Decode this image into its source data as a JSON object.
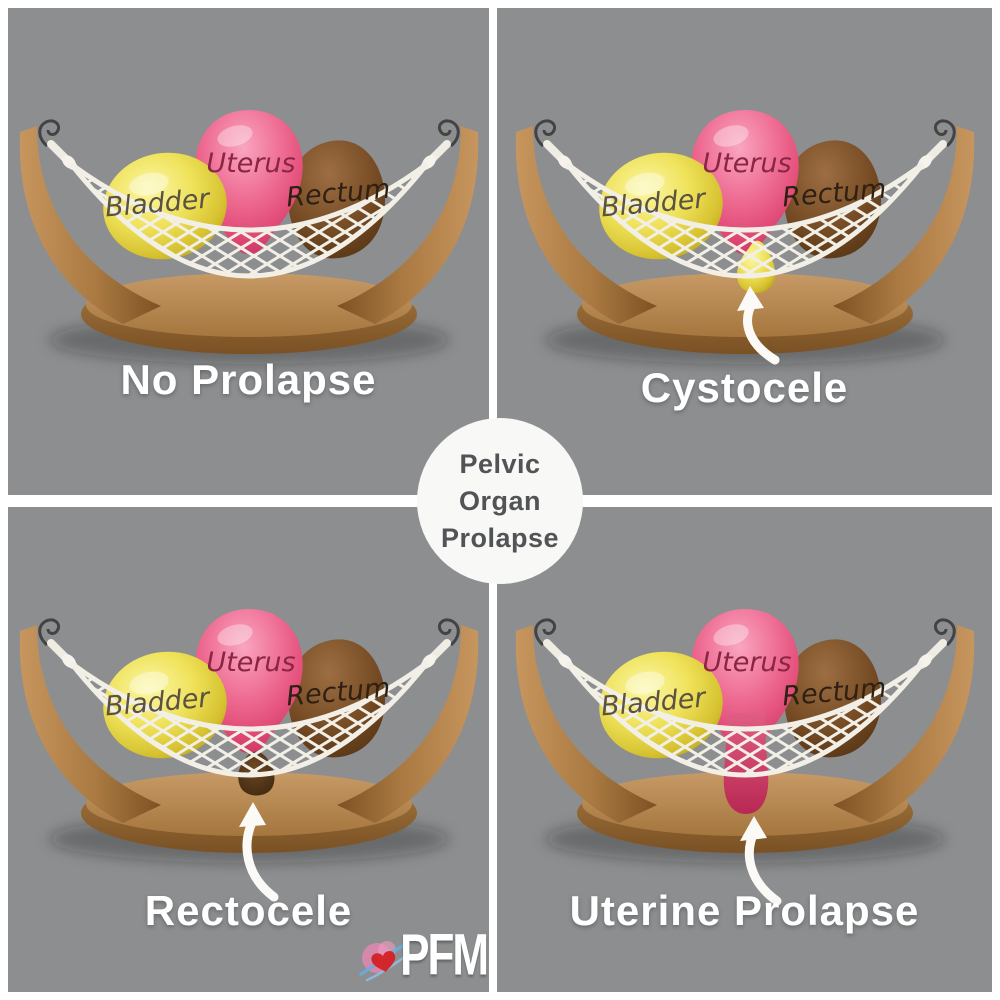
{
  "title_badge": {
    "lines": [
      "Pelvic",
      "Organ",
      "Prolapse"
    ]
  },
  "organ_labels": {
    "bladder": "Bladder",
    "uterus": "Uterus",
    "rectum": "Rectum"
  },
  "panels": [
    {
      "caption": "No Prolapse"
    },
    {
      "caption": "Cystocele"
    },
    {
      "caption": "Rectocele"
    },
    {
      "caption": "Uterine Prolapse"
    }
  ],
  "logo": {
    "text": "PFM"
  },
  "colors": {
    "frame": "#ffffff",
    "panel_background": "#8c8e90",
    "badge_background": "#f8f8f6",
    "badge_text": "#525356",
    "caption_text": "#ffffff",
    "wood": "#a97941",
    "net": "#f2efe7",
    "bladder_yellow": "#efe25a",
    "uterus_pink": "#ee6b92",
    "rectum_brown": "#7a4f27",
    "arrow_white": "#fbfaf6",
    "logo_heart_red": "#d3262c",
    "logo_splash_pink": "#ec86b4",
    "logo_splash_blue": "#66aede"
  }
}
